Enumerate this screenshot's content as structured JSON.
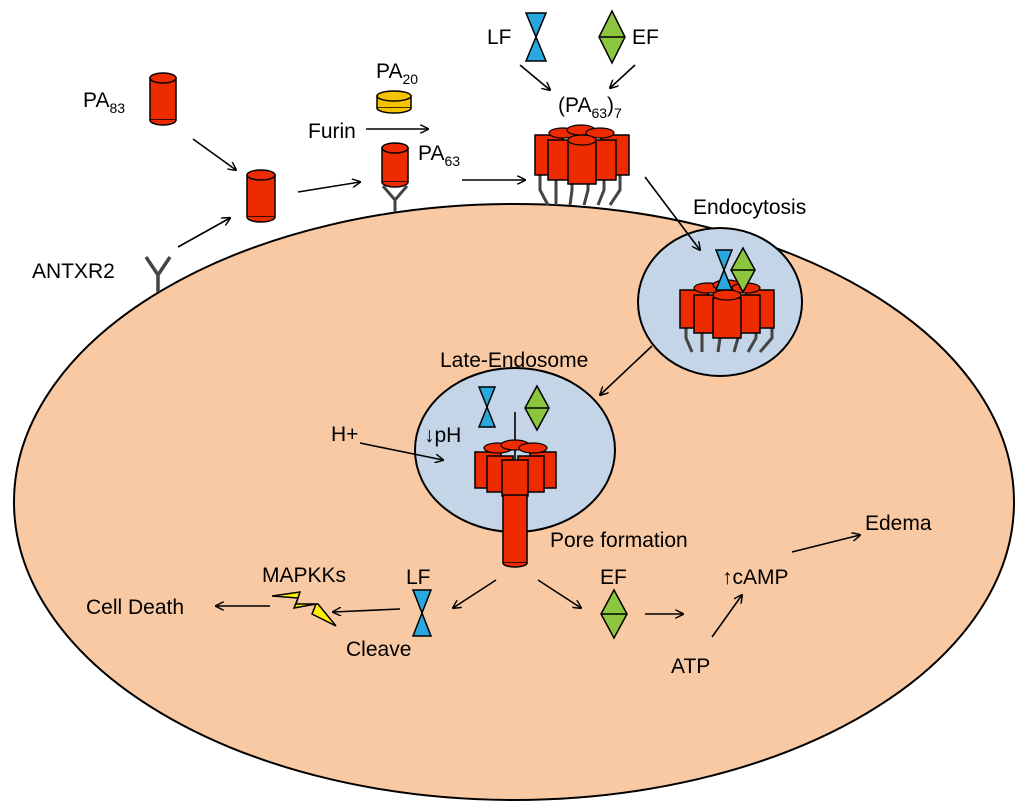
{
  "labels": {
    "pa83": "PA",
    "pa83_sub": "83",
    "pa20": "PA",
    "pa20_sub": "20",
    "furin": "Furin",
    "pa63": "PA",
    "pa63_sub": "63",
    "heptamer_open": "(PA",
    "heptamer_sub": "63",
    "heptamer_close": ")",
    "heptamer_n": "7",
    "lf_top": "LF",
    "ef_top": "EF",
    "antxr2": "ANTXR2",
    "endocytosis": "Endocytosis",
    "late_endosome": "Late-Endosome",
    "h_plus": "H+",
    "low_ph": "↓pH",
    "pore_formation": "Pore formation",
    "mapkks": "MAPKKs",
    "lf_bottom": "LF",
    "cell_death": "Cell Death",
    "cleave": "Cleave",
    "ef_bottom": "EF",
    "atp": "ATP",
    "camp": "↑cAMP",
    "edema": "Edema"
  },
  "colors": {
    "cell_fill": "#f9c9a3",
    "endosome_fill": "#c5d5e8",
    "pa_red": "#ee2a00",
    "pa20_yellow": "#f5c400",
    "lf_blue": "#29a8e0",
    "ef_green": "#8cc63f",
    "lightning_yellow": "#ffee00",
    "receptor": "#444444"
  }
}
